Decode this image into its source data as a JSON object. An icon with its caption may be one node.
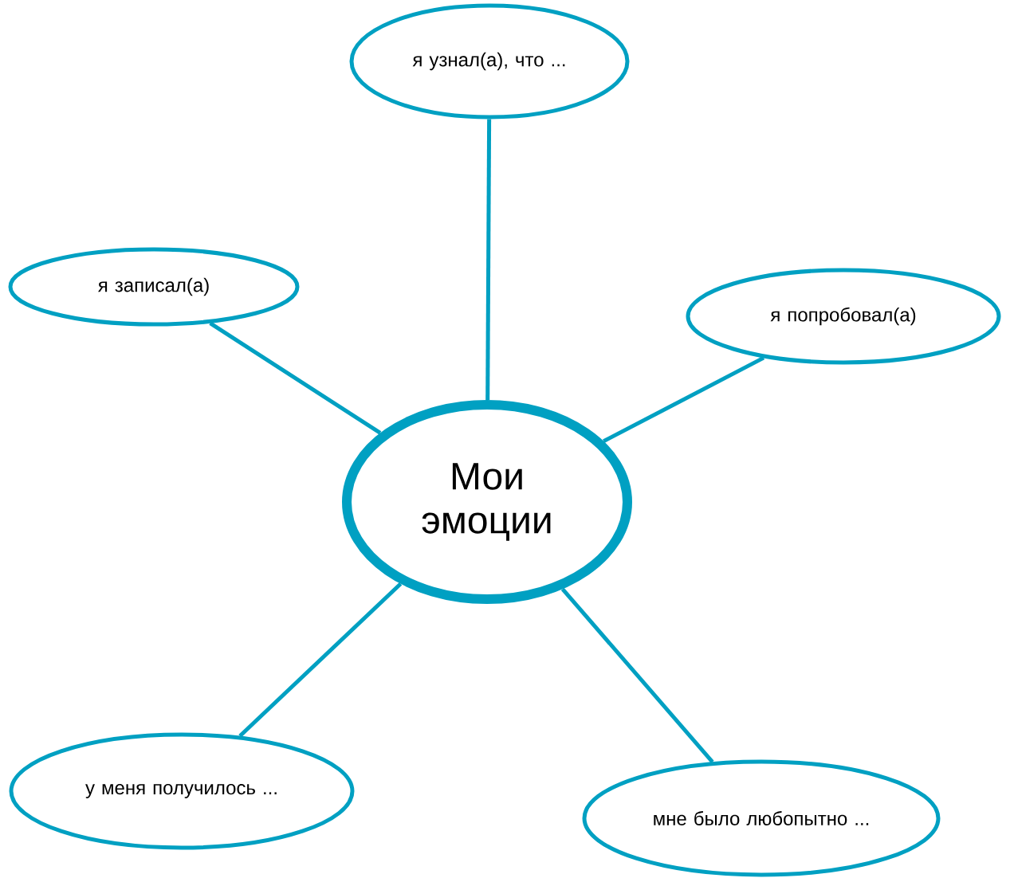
{
  "diagram": {
    "nodes": [
      {
        "text": [
          "я узнал(а), что ..."
        ]
      },
      {
        "text": [
          "я записал(а)"
        ]
      },
      {
        "text": [
          "я попробовал(а)"
        ]
      },
      {
        "text": [
          "Мои эмоции"
        ]
      },
      {
        "text": [
          "у меня получилось ..."
        ]
      },
      {
        "text": [
          "мне было любопытно ..."
        ]
      }
    ],
    "edges": [
      {
        "from": 3,
        "to": 0,
        "arrow": "none"
      },
      {
        "from": 3,
        "to": 1,
        "arrow": "none"
      },
      {
        "from": 3,
        "to": 2,
        "arrow": "none"
      },
      {
        "from": 3,
        "to": 4,
        "arrow": "none"
      },
      {
        "from": 3,
        "to": 5,
        "arrow": "none"
      }
    ]
  }
}
